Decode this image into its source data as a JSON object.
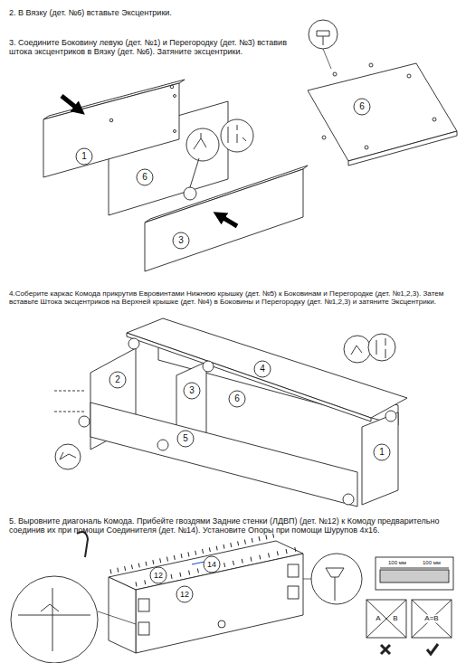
{
  "diagram": {
    "labels": [
      "2. В Вязку (дет. №6) вставьте Эксцентрики.",
      "3. Соедините Боковину левую (дет. №1) и Перегородку (дет. №3) вставив штока эксцентриков в Вязку (дет. №6). Затяните эксцентрики.",
      "6",
      "1",
      "6",
      "3",
      "4.Соберите каркас Комода прикрутив Евровинтами Нижнюю крышку (дет. №5) к Боковинам и Перегородке (дет. №1,2,3). Затем вставьте Штока эксцентриков на Верхней крышке (дет. №4) в Боковины и Перегородку (дет. №1,2,3) и затяните Эксцентрики.",
      "2",
      "3",
      "4",
      "6",
      "5",
      "1",
      "5. Выровните диагональ Комода. Прибейте гвоздями Задние стенки (ЛДВП) (дет. №12) к Комоду предварительно соединив их при помощи Соединителя (дет. №14). Установите Опоры при помощи Шурупов 4х16.",
      "12",
      "14",
      "12",
      "100 мм",
      "100 мм",
      "A",
      "B",
      "A=B"
    ]
  }
}
